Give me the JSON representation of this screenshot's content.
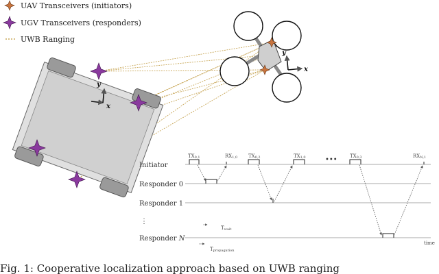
{
  "legend": {
    "uav": "UAV Transceivers (initiators)",
    "ugv": "UGV Transceivers (responders)",
    "uwb": "UWB Ranging"
  },
  "colors": {
    "uav": "#c8743e",
    "ugv": "#8a3a9e",
    "uwb": "#c9a85a"
  },
  "axes": {
    "x": "x",
    "y": "y"
  },
  "timeline": {
    "rows": [
      "Initiator",
      "Responder 0",
      "Responder 1",
      "Responder N"
    ],
    "responder_n_prefix": "Responder",
    "responder_n_suffix": "N",
    "vdots": "⋮",
    "tx0_base": "TX",
    "tx0_sub": "0,1",
    "rx0_base": "RX",
    "rx0_sub": "1,0",
    "tx1_base": "TX",
    "tx1_sub": "0,2",
    "tx2_base": "TX",
    "tx2_sub": "1,0",
    "ellipsis": "•••",
    "txn_base": "TX",
    "txn_sub": "0,3",
    "rxn_base": "RX",
    "rxn_sub": "N,1",
    "t_wait_base": "T",
    "t_wait_sub": "wait",
    "t_prop_base": "T",
    "t_prop_sub": "propagation",
    "time": "time"
  },
  "caption": "Fig. 1: Cooperative localization approach based on UWB ranging"
}
